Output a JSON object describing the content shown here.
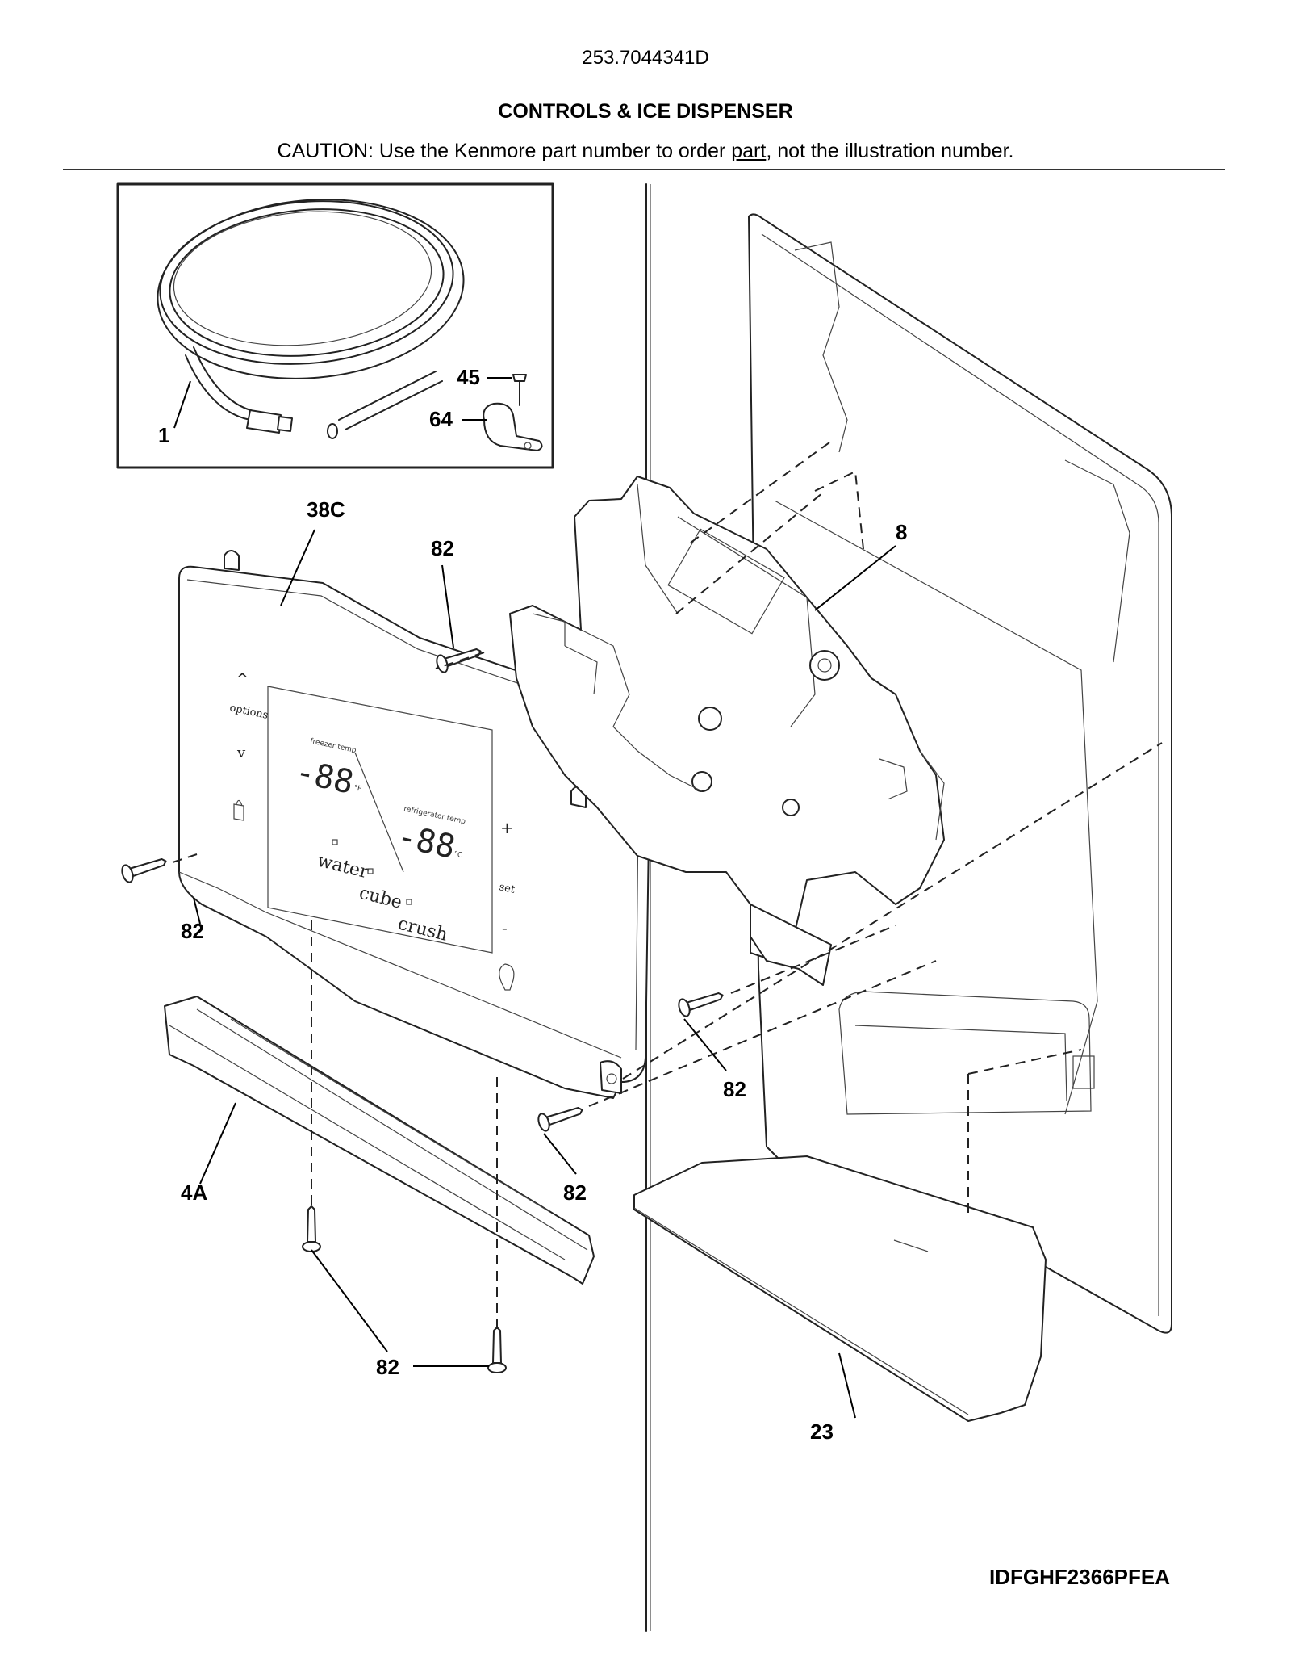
{
  "header": {
    "model_number": "253.7044341D",
    "title": "CONTROLS & ICE DISPENSER",
    "caution_prefix": "CAUTION: Use the Kenmore part number to order ",
    "caution_link": "part",
    "caution_suffix": ", not the illustration number."
  },
  "callouts": {
    "c1": "1",
    "c45": "45",
    "c64": "64",
    "c38c": "38C",
    "c82_top": "82",
    "c8": "8",
    "c82_left": "82",
    "c82_right": "82",
    "c4a": "4A",
    "c82_mid": "82",
    "c82_bottom": "82",
    "c23": "23"
  },
  "control_panel": {
    "up_arrow": "^",
    "options": "options",
    "down_arrow": "v",
    "freezer_temp_label": "freezer temp",
    "freezer_digits": "-88",
    "fridge_temp_label": "refrigerator temp",
    "fridge_digits": "-88",
    "water": "water",
    "cube": "cube",
    "crush": "crush",
    "plus": "+",
    "set": "set",
    "minus": "-",
    "unit_f": "°F",
    "unit_c": "°C"
  },
  "footer": {
    "diagram_code": "IDFGHF2366PFEA"
  }
}
